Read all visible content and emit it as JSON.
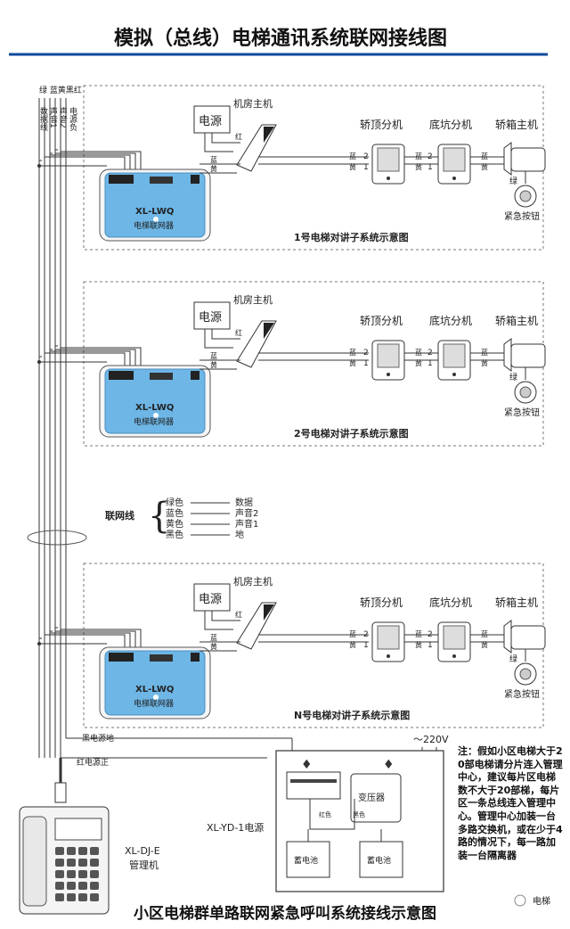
{
  "page": {
    "title": "模拟（总线）电梯通讯系统联网接线图",
    "bottom_title": "小区电梯群单路联网紧急呼叫系统接线示意图",
    "watermark": "电梯",
    "accent_color": "#0c4a9b"
  },
  "bus": {
    "top_colors": "绿 蓝黄黑红",
    "top_col1": "数据线",
    "top_col2": "声音1",
    "top_col3": "声音2",
    "top_col4": "电源负"
  },
  "subsystems": [
    {
      "caption": "1号电梯对讲子系统示意图",
      "host_label": "机房主机",
      "power_label": "电源",
      "controller_model": "XL-LWQ",
      "controller_name": "电梯联网器",
      "car_top_label": "轿顶分机",
      "pit_label": "底坑分机",
      "car_main_label": "轿箱主机",
      "emergency_label": "紧急按钮",
      "wire_blue": "蓝",
      "wire_yellow": "黄",
      "wire_red": "红",
      "wire_green": "绿",
      "num_2": "2",
      "num_1": "1"
    },
    {
      "caption": "2号电梯对讲子系统示意图",
      "host_label": "机房主机",
      "power_label": "电源",
      "controller_model": "XL-LWQ",
      "controller_name": "电梯联网器",
      "car_top_label": "轿顶分机",
      "pit_label": "底坑分机",
      "car_main_label": "轿箱主机",
      "emergency_label": "紧急按钮",
      "wire_blue": "蓝",
      "wire_yellow": "黄",
      "wire_red": "红",
      "wire_green": "绿",
      "num_2": "2",
      "num_1": "1"
    },
    {
      "caption": "N号电梯对讲子系统示意图",
      "host_label": "机房主机",
      "power_label": "电源",
      "controller_model": "XL-LWQ",
      "controller_name": "电梯联网器",
      "car_top_label": "轿顶分机",
      "pit_label": "底坑分机",
      "car_main_label": "轿箱主机",
      "emergency_label": "紧急按钮",
      "wire_blue": "蓝",
      "wire_yellow": "黄",
      "wire_red": "红",
      "wire_green": "绿",
      "num_2": "2",
      "num_1": "1"
    }
  ],
  "network_legend": {
    "title": "联网线",
    "rows": [
      {
        "color": "绿色",
        "meaning": "数据"
      },
      {
        "color": "蓝色",
        "meaning": "声音2"
      },
      {
        "color": "黄色",
        "meaning": "声音1"
      },
      {
        "color": "黑色",
        "meaning": "地"
      }
    ]
  },
  "power": {
    "black_label": "黑电源地",
    "red_label": "红电源正",
    "ac_label": "～220V",
    "model": "XL-YD-1电源",
    "transformer": "变压器",
    "battery": "蓄电池",
    "wire_red": "红色",
    "wire_black": "黑色"
  },
  "manager": {
    "model": "XL-DJ-E",
    "name": "管理机"
  },
  "note": "注：假如小区电梯大于20部电梯请分片连入管理中心，建议每片区电梯数不大于20部梯，每片区一条总线连入管理中心。管理中心加装一台多路交换机，或在少于4路的情况下，每一路加装一台隔离器"
}
